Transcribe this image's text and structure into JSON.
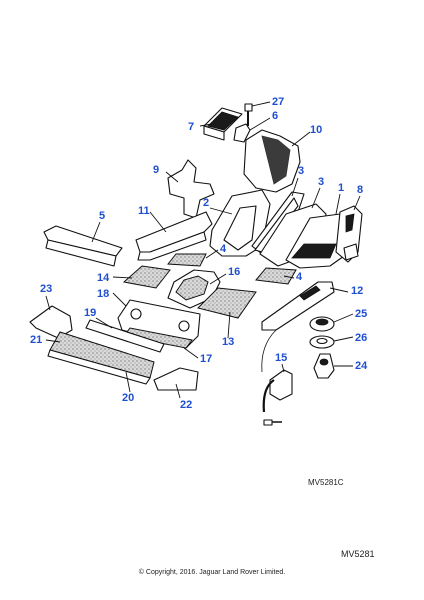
{
  "colors": {
    "callout": "#1f4fd1",
    "line": "#111111"
  },
  "callouts": [
    "1",
    "2",
    "3",
    "3",
    "4",
    "4",
    "5",
    "6",
    "7",
    "8",
    "9",
    "10",
    "11",
    "12",
    "13",
    "14",
    "15",
    "16",
    "17",
    "18",
    "19",
    "20",
    "21",
    "22",
    "23",
    "24",
    "25",
    "26",
    "27"
  ],
  "reference_codes": {
    "detail": "MV5281C",
    "figure": "MV5281"
  },
  "copyright": "© Copyright, 2016. Jaguar Land Rover Limited."
}
